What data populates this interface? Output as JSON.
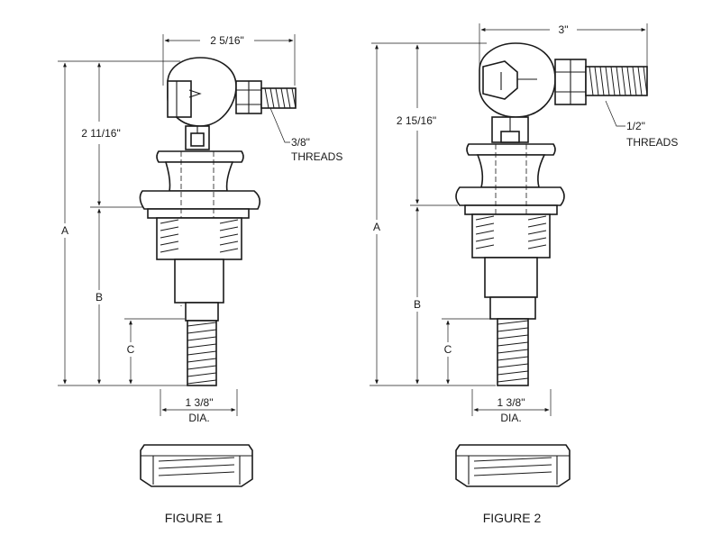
{
  "figure1": {
    "caption": "FIGURE 1",
    "width_dim": "2 5/16\"",
    "height_dim": "2 11/16\"",
    "thread_label_1": "3/8\"",
    "thread_label_2": "THREADS",
    "dia_dim": "1 3/8\"",
    "dia_label": "DIA.",
    "dim_a": "A",
    "dim_b": "B",
    "dim_c": "C"
  },
  "figure2": {
    "caption": "FIGURE 2",
    "width_dim": "3\"",
    "height_dim": "2 15/16\"",
    "thread_label_1": "1/2\"",
    "thread_label_2": "THREADS",
    "dia_dim": "1 3/8\"",
    "dia_label": "DIA.",
    "dim_a": "A",
    "dim_b": "B",
    "dim_c": "C"
  }
}
